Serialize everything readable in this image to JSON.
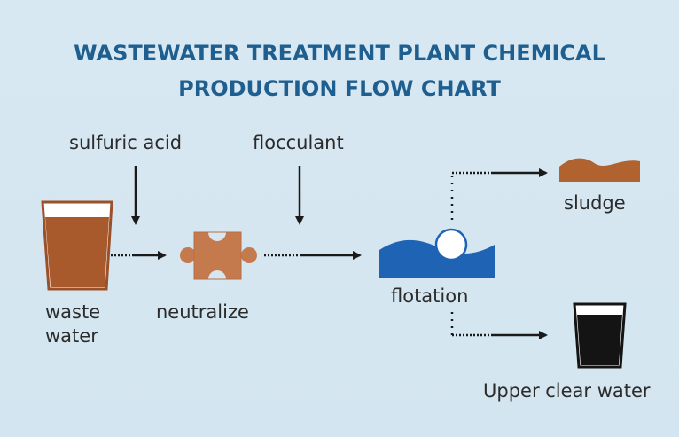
{
  "title": {
    "line1": "WASTEWATER TREATMENT PLANT CHEMICAL",
    "line2": "PRODUCTION FLOW CHART"
  },
  "inputs": {
    "sulfuric_acid": "sulfuric acid",
    "flocculant": "flocculant"
  },
  "nodes": {
    "waste_water_line1": "waste",
    "waste_water_line2": "water",
    "neutralize": "neutralize",
    "flotation": "flotation",
    "sludge": "sludge",
    "clear_water": "Upper clear water"
  },
  "colors": {
    "title": "#1f5f8f",
    "background": "#d6e7f1",
    "waste_water": "#a85a2c",
    "neutralize_piece": "#c57a4e",
    "flotation_wave": "#1f64b4",
    "sludge": "#b0622f",
    "clear_water_glass": "#141414",
    "arrow": "#1a1a1a"
  }
}
